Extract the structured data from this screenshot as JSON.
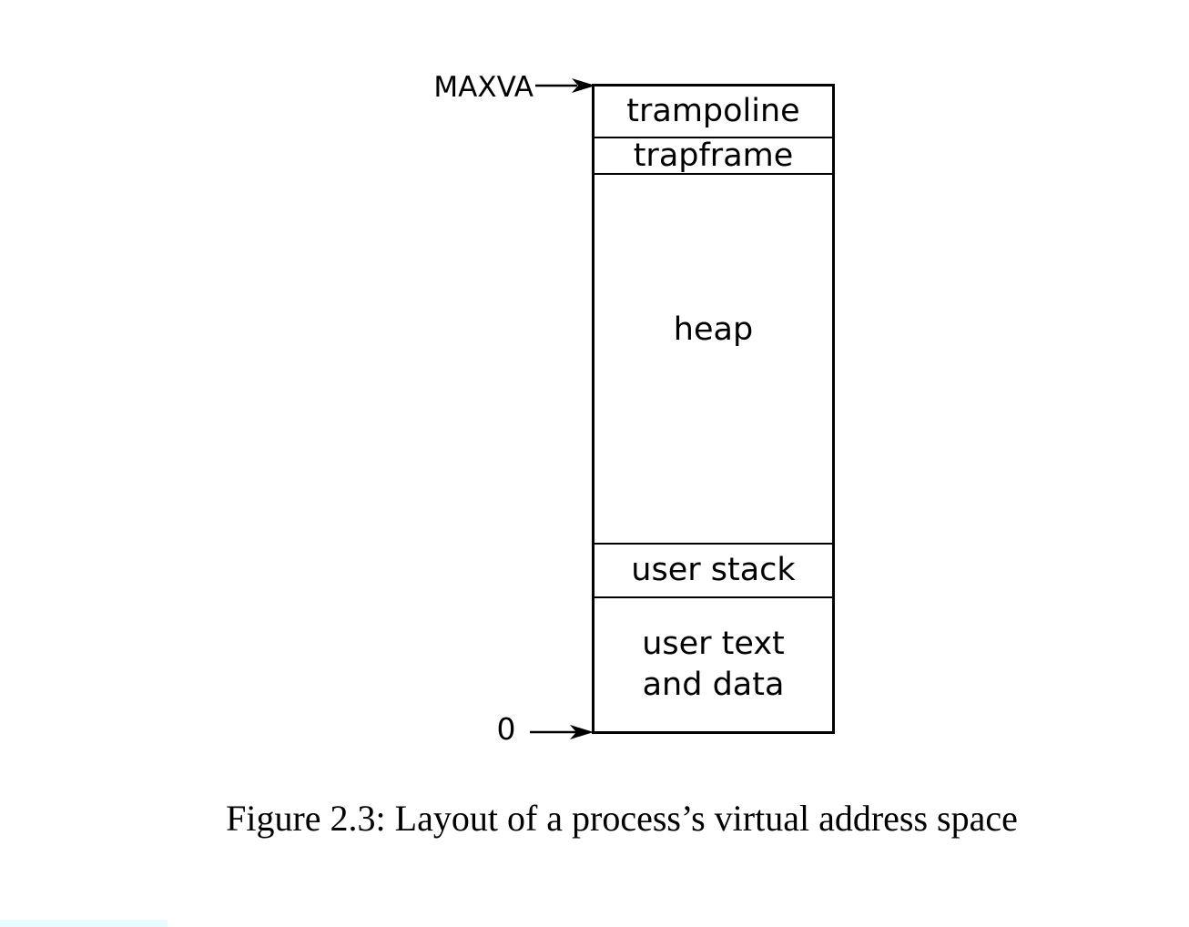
{
  "diagram": {
    "top_pointer_label": "MAXVA",
    "bottom_pointer_label": "0",
    "sections": [
      {
        "label": "trampoline"
      },
      {
        "label": "trapframe"
      },
      {
        "label": "heap"
      },
      {
        "label": "user stack"
      },
      {
        "label": "user text and data",
        "lines": [
          "user text",
          "and data"
        ]
      }
    ]
  },
  "caption": "Figure 2.3: Layout of a process’s virtual address space",
  "colors": {
    "line": "#000000",
    "background": "#ffffff",
    "footer_accent": "#e8fbfe"
  }
}
